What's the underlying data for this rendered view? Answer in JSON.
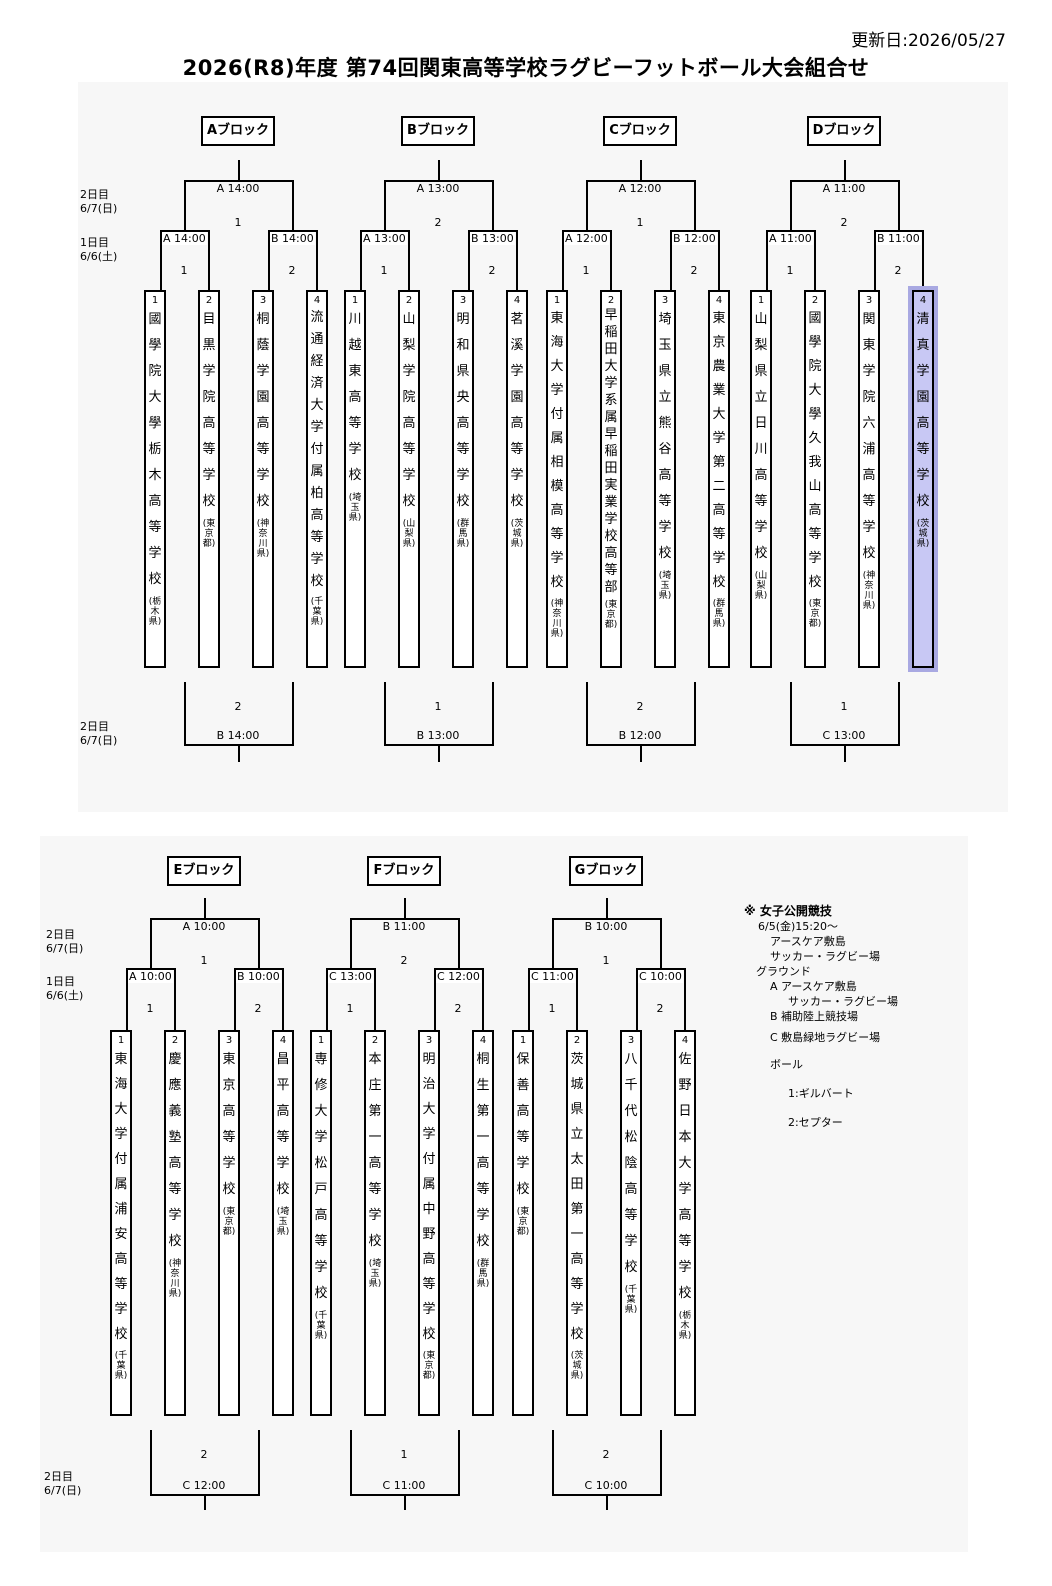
{
  "header": {
    "updated": "更新日:2026/05/27",
    "title": "2026(R8)年度 第74回関東高等学校ラグビーフットボール大会組合せ"
  },
  "days": {
    "day2": [
      "2日目",
      "6/7(日)"
    ],
    "day1": [
      "1日目",
      "6/6(土)"
    ]
  },
  "blocks": [
    {
      "name": "Aブロック",
      "top_time": "A 14:00",
      "top_no": "1",
      "left_time": "A 14:00",
      "left_no": "1",
      "right_time": "B 14:00",
      "right_no": "2",
      "bottom_no": "2",
      "bottom_time": "B 14:00",
      "teams": [
        {
          "no": "1",
          "name": "國學院大學栃木高等学校",
          "pref": "栃木県"
        },
        {
          "no": "2",
          "name": "目黒学院高等学校",
          "pref": "東京都"
        },
        {
          "no": "3",
          "name": "桐蔭学園高等学校",
          "pref": "神奈川県"
        },
        {
          "no": "4",
          "name": "流通経済大学付属柏高等学校",
          "pref": "千葉県"
        }
      ]
    },
    {
      "name": "Bブロック",
      "top_time": "A 13:00",
      "top_no": "2",
      "left_time": "A 13:00",
      "left_no": "1",
      "right_time": "B 13:00",
      "right_no": "2",
      "bottom_no": "1",
      "bottom_time": "B 13:00",
      "teams": [
        {
          "no": "1",
          "name": "川越東高等学校",
          "pref": "埼玉県"
        },
        {
          "no": "2",
          "name": "山梨学院高等学校",
          "pref": "山梨県"
        },
        {
          "no": "3",
          "name": "明和県央高等学校",
          "pref": "群馬県"
        },
        {
          "no": "4",
          "name": "茗溪学園高等学校",
          "pref": "茨城県"
        }
      ]
    },
    {
      "name": "Cブロック",
      "top_time": "A 12:00",
      "top_no": "1",
      "left_time": "A 12:00",
      "left_no": "1",
      "right_time": "B 12:00",
      "right_no": "2",
      "bottom_no": "2",
      "bottom_time": "B 12:00",
      "teams": [
        {
          "no": "1",
          "name": "東海大学付属相模高等学校",
          "pref": "神奈川県"
        },
        {
          "no": "2",
          "name": "早稲田大学系属早稲田実業学校高等部",
          "pref": "東京都"
        },
        {
          "no": "3",
          "name": "埼玉県立熊谷高等学校",
          "pref": "埼玉県"
        },
        {
          "no": "4",
          "name": "東京農業大学第二高等学校",
          "pref": "群馬県"
        }
      ]
    },
    {
      "name": "Dブロック",
      "top_time": "A 11:00",
      "top_no": "2",
      "left_time": "A 11:00",
      "left_no": "1",
      "right_time": "B 11:00",
      "right_no": "2",
      "bottom_no": "1",
      "bottom_time": "C 13:00",
      "teams": [
        {
          "no": "1",
          "name": "山梨県立日川高等学校",
          "pref": "山梨県"
        },
        {
          "no": "2",
          "name": "國學院大學久我山高等学校",
          "pref": "東京都"
        },
        {
          "no": "3",
          "name": "関東学院六浦高等学校",
          "pref": "神奈川県"
        },
        {
          "no": "4",
          "name": "清真学園高等学校",
          "pref": "茨城県",
          "highlight": true
        }
      ]
    },
    {
      "name": "Eブロック",
      "top_time": "A 10:00",
      "top_no": "1",
      "left_time": "A 10:00",
      "left_no": "1",
      "right_time": "B 10:00",
      "right_no": "2",
      "bottom_no": "2",
      "bottom_time": "C 12:00",
      "teams": [
        {
          "no": "1",
          "name": "東海大学付属浦安高等学校",
          "pref": "千葉県"
        },
        {
          "no": "2",
          "name": "慶應義塾高等学校",
          "pref": "神奈川県"
        },
        {
          "no": "3",
          "name": "東京高等学校",
          "pref": "東京都"
        },
        {
          "no": "4",
          "name": "昌平高等学校",
          "pref": "埼玉県"
        }
      ]
    },
    {
      "name": "Fブロック",
      "top_time": "B 11:00",
      "top_no": "2",
      "left_time": "C 13:00",
      "left_no": "1",
      "right_time": "C 12:00",
      "right_no": "2",
      "bottom_no": "1",
      "bottom_time": "C 11:00",
      "teams": [
        {
          "no": "1",
          "name": "専修大学松戸高等学校",
          "pref": "千葉県"
        },
        {
          "no": "2",
          "name": "本庄第一高等学校",
          "pref": "埼玉県"
        },
        {
          "no": "3",
          "name": "明治大学付属中野高等学校",
          "pref": "東京都"
        },
        {
          "no": "4",
          "name": "桐生第一高等学校",
          "pref": "群馬県"
        }
      ]
    },
    {
      "name": "Gブロック",
      "top_time": "B 10:00",
      "top_no": "1",
      "left_time": "C 11:00",
      "left_no": "1",
      "right_time": "C 10:00",
      "right_no": "2",
      "bottom_no": "2",
      "bottom_time": "C 10:00",
      "teams": [
        {
          "no": "1",
          "name": "保善高等学校",
          "pref": "東京都"
        },
        {
          "no": "2",
          "name": "茨城県立太田第一高等学校",
          "pref": "茨城県"
        },
        {
          "no": "3",
          "name": "八千代松陰高等学校",
          "pref": "千葉県"
        },
        {
          "no": "4",
          "name": "佐野日本大学高等学校",
          "pref": "栃木県"
        }
      ]
    }
  ],
  "notes": {
    "title": "※ 女子公開競技",
    "lines": [
      "6/5(金)15:20〜",
      "アースケア敷島",
      "サッカー・ラグビー場",
      "グラウンド",
      "A アースケア敷島",
      "サッカー・ラグビー場",
      "B 補助陸上競技場",
      "C 敷島緑地ラグビー場",
      "ボール",
      "1:ギルバート",
      "2:セプター"
    ]
  },
  "colors": {
    "highlight": "#c8c8f4"
  }
}
